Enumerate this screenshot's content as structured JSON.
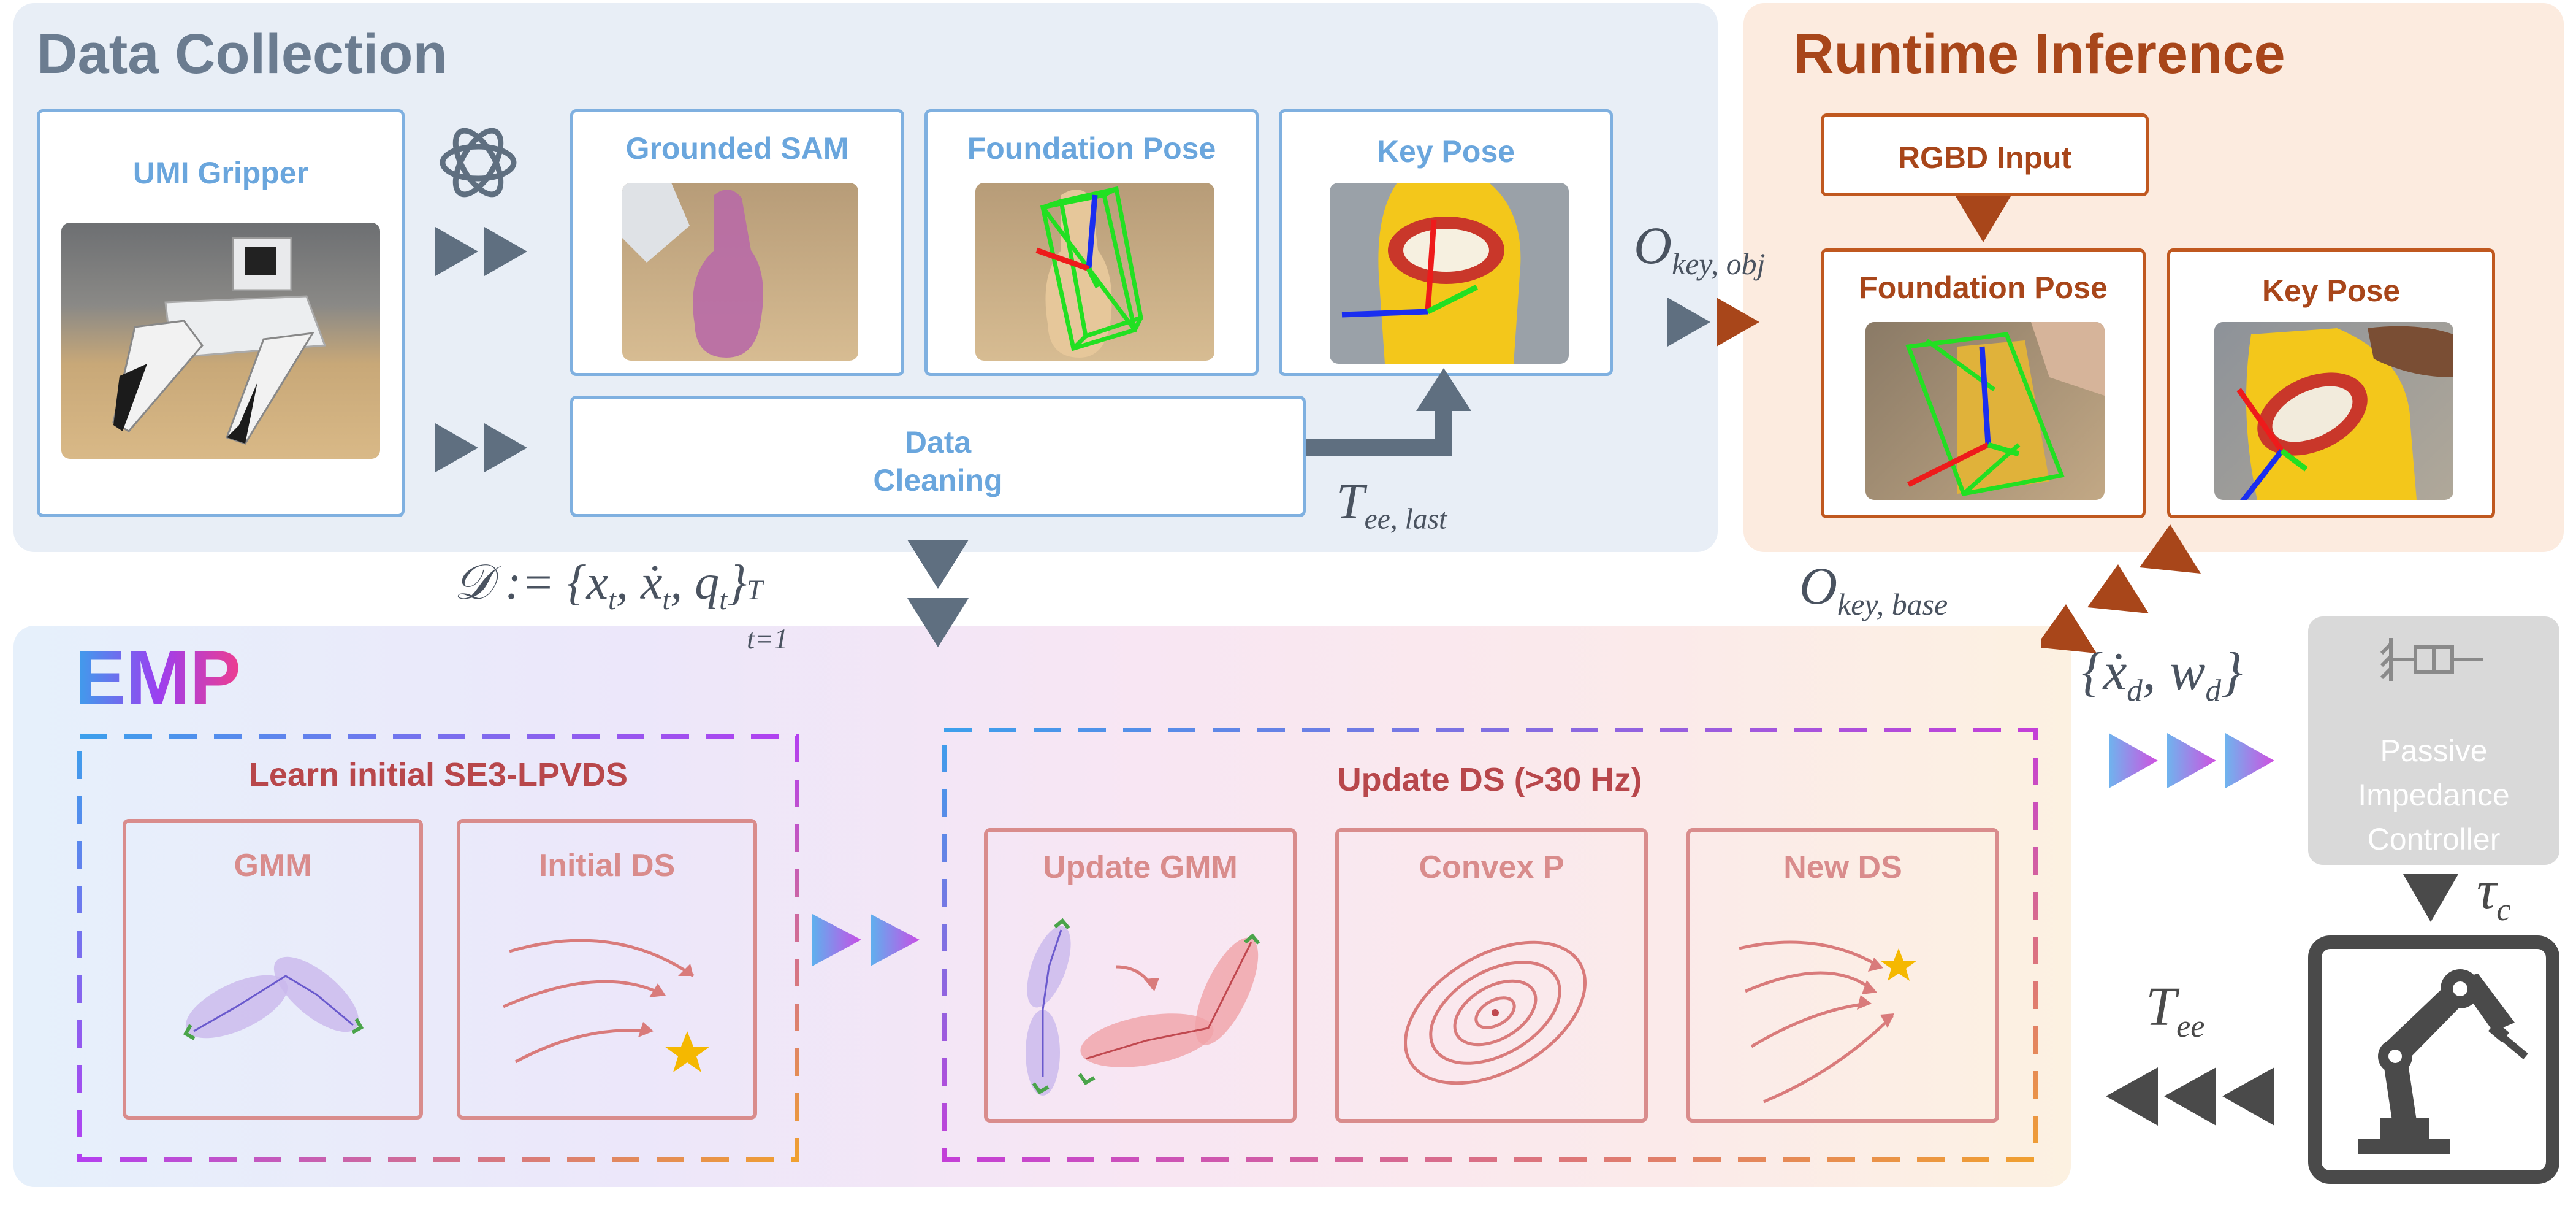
{
  "data_collection": {
    "title": "Data Collection",
    "umi_label": "UMI Gripper",
    "grounded_sam_label": "Grounded SAM",
    "foundation_pose_label": "Foundation Pose",
    "key_pose_label": "Key Pose",
    "data_cleaning_line1": "Data",
    "data_cleaning_line2": "Cleaning"
  },
  "runtime": {
    "title": "Runtime Inference",
    "rgbd_label": "RGBD Input",
    "foundation_pose_label": "Foundation Pose",
    "key_pose_label": "Key Pose"
  },
  "math": {
    "o_key_obj": "O",
    "o_key_obj_sub": "key, obj",
    "t_ee_last": "T",
    "t_ee_last_sub": "ee, last",
    "dataset_main": "𝒟 := {x",
    "dataset_rest": ", ẋ",
    "dataset_rest2": ", q",
    "dataset_close": "}",
    "dataset_sub": "t",
    "dataset_sup": "T",
    "dataset_lower": "t=1",
    "o_key_base": "O",
    "o_key_base_sub": "key, base",
    "xd_wd": "{ẋ",
    "xd_sub": "d",
    "wd": ", w",
    "wd_sub": "d",
    "xd_close": "}",
    "tau": "τ",
    "tau_sub": "c",
    "t_ee": "T",
    "t_ee_sub": "ee"
  },
  "emp": {
    "title": "EMP",
    "learn_title": "Learn initial SE3-LPVDS",
    "gmm_label": "GMM",
    "initial_ds_label": "Initial DS",
    "update_title": "Update DS (>30 Hz)",
    "update_gmm_label": "Update GMM",
    "convex_p_label": "Convex P",
    "new_ds_label": "New DS"
  },
  "controller": {
    "line1": "Passive",
    "line2": "Impedance",
    "line3": "Controller"
  },
  "colors": {
    "dc_title": "#6b7c90",
    "rt_title": "#a8461a",
    "blue_box": "#7fb0e0",
    "orange_box": "#c0581f",
    "pink_box": "#d98c8c",
    "arrow_gray": "#5f6f80",
    "arrow_orange": "#a8461a",
    "star": "#f5b800"
  }
}
